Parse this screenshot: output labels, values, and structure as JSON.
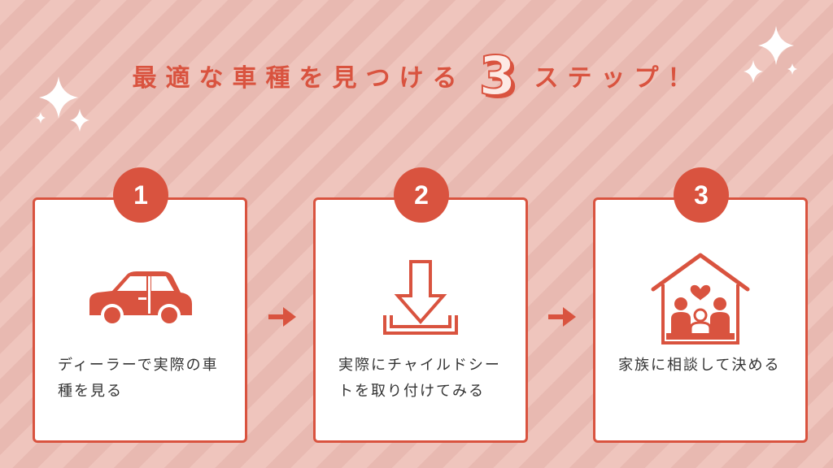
{
  "title": {
    "prefix": "最適な車種を見つける",
    "number": "3",
    "suffix": "ステップ！"
  },
  "colors": {
    "accent": "#d9533f",
    "stripe_light": "#efc5bd",
    "stripe_dark": "#e8b9b1"
  },
  "steps": [
    {
      "number": "1",
      "icon": "car-icon",
      "text": "ディーラーで実際の車種を見る"
    },
    {
      "number": "2",
      "icon": "download-arrow-icon",
      "text": "実際にチャイルドシートを取り付けてみる"
    },
    {
      "number": "3",
      "icon": "family-house-icon",
      "text": "家族に相談して決める"
    }
  ]
}
